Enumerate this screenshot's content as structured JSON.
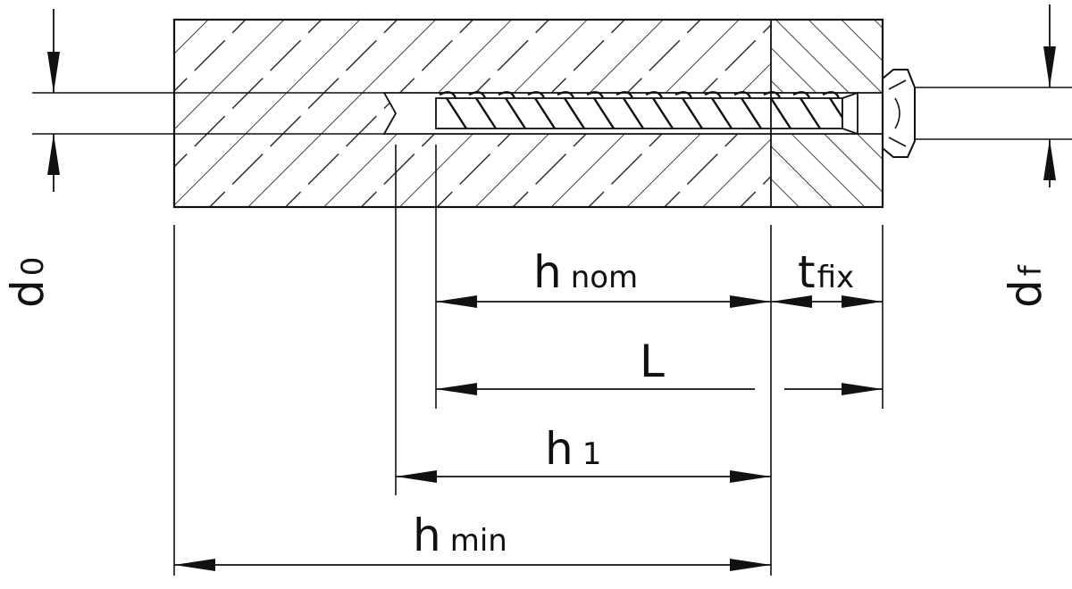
{
  "labels": {
    "d0": {
      "main": "d",
      "sub": "0"
    },
    "df": {
      "main": "d",
      "sub": "f"
    },
    "h_nom": {
      "main": "h",
      "sub": "nom"
    },
    "t_fix": {
      "main": "t",
      "sub": "fix"
    },
    "L": {
      "main": "L"
    },
    "h1": {
      "main": "h",
      "sub": "1"
    },
    "h_min": {
      "main": "h",
      "sub": "min"
    }
  },
  "colors": {
    "line": "#111111",
    "background": "#ffffff"
  }
}
